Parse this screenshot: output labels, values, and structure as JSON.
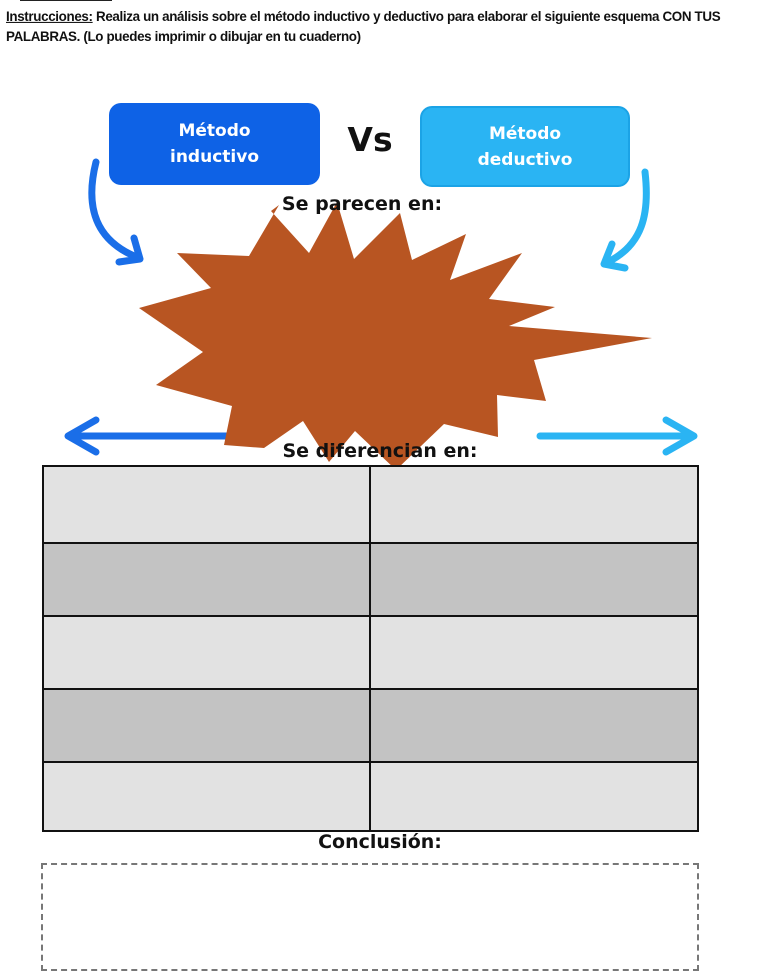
{
  "instructions": {
    "label": "Instrucciones:",
    "text": " Realiza un análisis sobre el método inductivo y deductivo para elaborar el siguiente esquema CON TUS PALABRAS. (Lo puedes imprimir o dibujar en tu cuaderno)"
  },
  "method_left": {
    "line1": "Método",
    "line2": "inductivo",
    "color": "#0e62e6"
  },
  "method_right": {
    "line1": "Método",
    "line2": "deductivo",
    "color": "#2ab4f3"
  },
  "versus_label": "Vs",
  "similarities_heading": "Se parecen en:",
  "differences_heading": "Se diferencian en:",
  "conclusion_heading": "Conclusión:",
  "starburst_color": "#b85522",
  "table": {
    "rows": [
      {
        "shade": "#e2e2e2",
        "cells": [
          "",
          ""
        ]
      },
      {
        "shade": "#c3c3c3",
        "cells": [
          "",
          ""
        ]
      },
      {
        "shade": "#e2e2e2",
        "cells": [
          "",
          ""
        ]
      },
      {
        "shade": "#c3c3c3",
        "cells": [
          "",
          ""
        ]
      },
      {
        "shade": "#e2e2e2",
        "cells": [
          "",
          ""
        ]
      }
    ]
  },
  "icons": [
    "curved-arrow-left-icon",
    "curved-arrow-right-icon",
    "double-arrow-left-icon",
    "double-arrow-right-icon",
    "starburst-icon"
  ]
}
